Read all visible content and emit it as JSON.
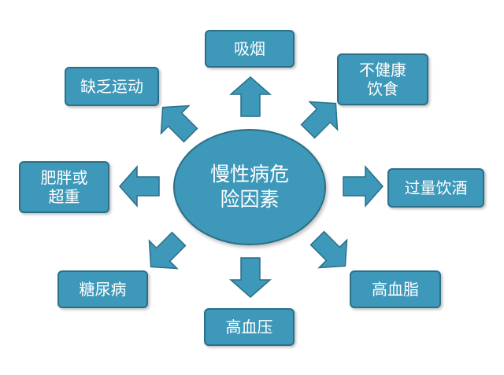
{
  "colors": {
    "fill": "#3d98ba",
    "stroke": "#2b6f88",
    "text": "#ffffff"
  },
  "center": {
    "label": "慢性病危\n险因素"
  },
  "factors": {
    "smoking": "吸烟",
    "unhealthy_diet": "不健康\n饮食",
    "excess_drinking": "过量饮酒",
    "hyperlipidemia": "高血脂",
    "hypertension": "高血压",
    "diabetes": "糖尿病",
    "obesity": "肥胖或\n超重",
    "lack_of_exercise": "缺乏运动"
  }
}
